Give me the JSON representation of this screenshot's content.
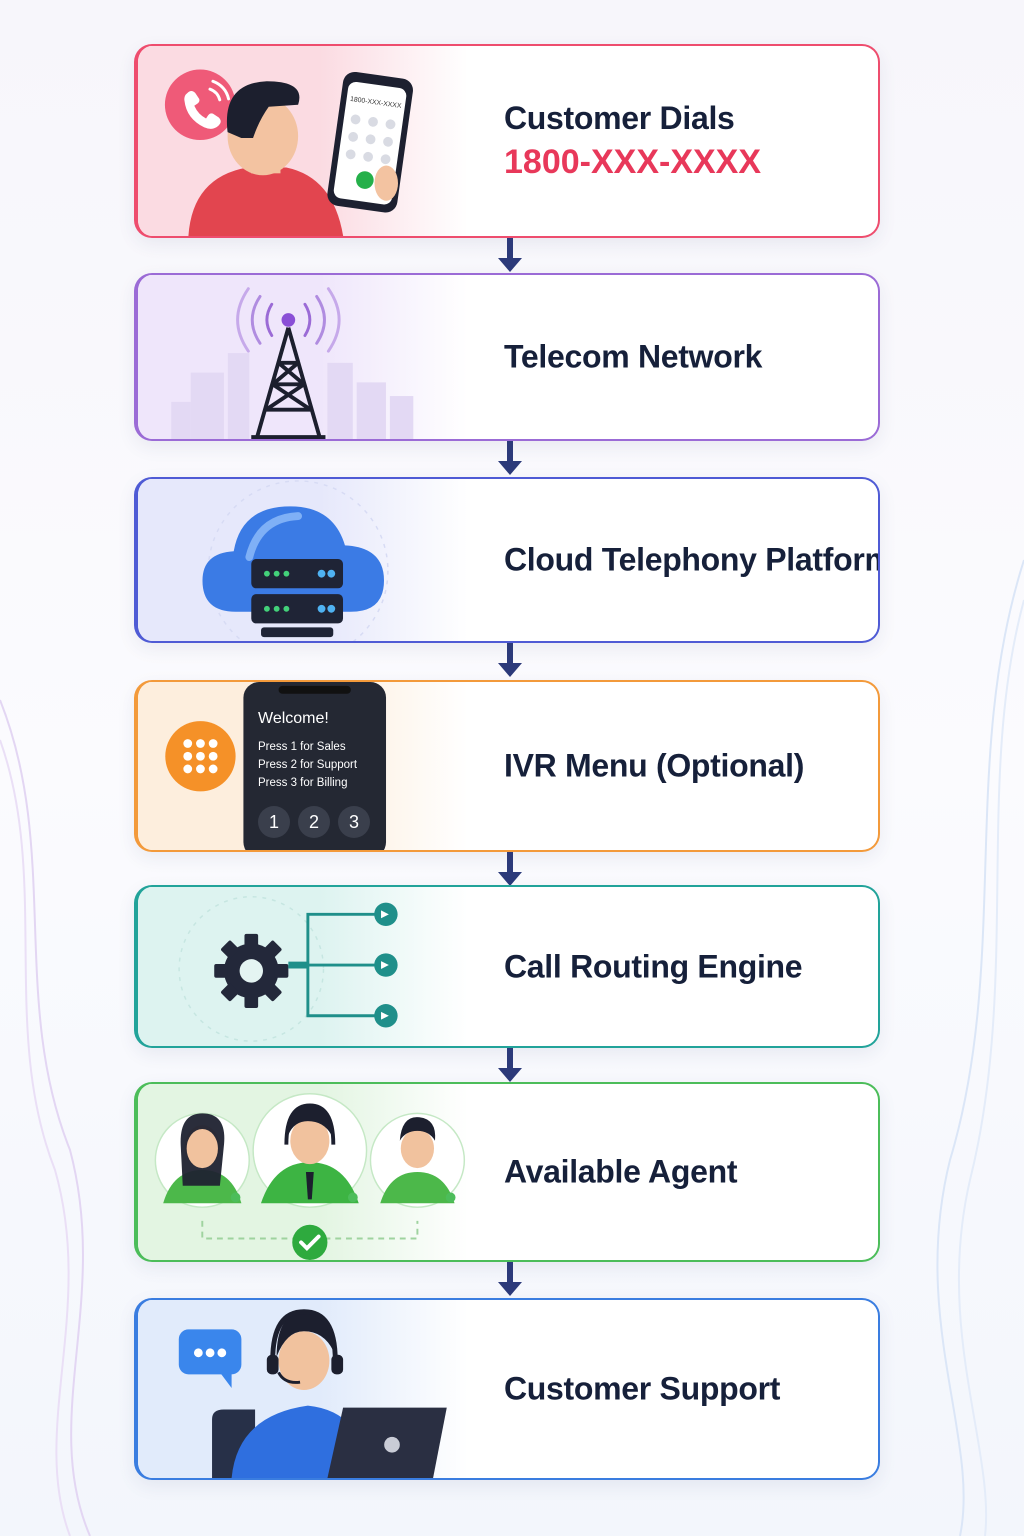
{
  "steps": [
    {
      "title": "Customer Dials",
      "subtitle": "1800-XXX-XXXX",
      "icon": "phone-call-icon",
      "accent": "#ee4d6e"
    },
    {
      "title": "Telecom Network",
      "icon": "cell-tower-icon",
      "accent": "#9b6bd6"
    },
    {
      "title": "Cloud Telephony Platform",
      "icon": "cloud-server-icon",
      "accent": "#4f5bd5"
    },
    {
      "title": "IVR Menu (Optional)",
      "icon": "keypad-icon",
      "accent": "#f39a3b",
      "ivr": {
        "welcome": "Welcome!",
        "options": [
          "Press 1 for Sales",
          "Press 2 for Support",
          "Press 3 for Billing"
        ],
        "keys": [
          "1",
          "2",
          "3"
        ]
      }
    },
    {
      "title": "Call Routing Engine",
      "icon": "gear-routing-icon",
      "accent": "#22a39a"
    },
    {
      "title": "Available Agent",
      "icon": "agents-icon",
      "accent": "#4cbd5a"
    },
    {
      "title": "Customer Support",
      "icon": "support-agent-icon",
      "accent": "#3a7de0"
    }
  ],
  "phone_screen": {
    "number": "1800-XXX-XXXX"
  },
  "arrow_color": "#2c3a7a"
}
